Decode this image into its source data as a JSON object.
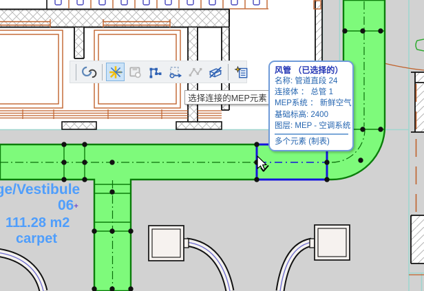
{
  "toolbar": {
    "tooltip": "选择连接的MEP元素",
    "buttons": [
      {
        "name": "magic-wand-suggest",
        "state": "normal"
      },
      {
        "name": "spark-highlight",
        "state": "active"
      },
      {
        "name": "save-favorites",
        "state": "disabled"
      },
      {
        "name": "edit-nodes",
        "state": "normal"
      },
      {
        "name": "stretch-move",
        "state": "normal"
      },
      {
        "name": "edit-nodes-alt",
        "state": "disabled"
      },
      {
        "name": "modify-segment",
        "state": "normal"
      },
      {
        "name": "select-connected-mep",
        "state": "normal"
      }
    ]
  },
  "info_tag": {
    "title": "风管 （已选择的）",
    "lines": [
      "名称: 管道直段 24",
      "连接体 ： 总管 1",
      "MEP系统 ： 新鲜空气",
      "基础标高: 2400",
      "图层: MEP - 空调系统"
    ],
    "footer": "多个元素 (制表)"
  },
  "zone_stamp": {
    "name": "age/Vestibule",
    "number": "06",
    "marker": "+",
    "area": "111.28 m2",
    "finish": "carpet"
  },
  "colors": {
    "duct_fill": "#7efa7b",
    "duct_border": "#0b7d0b",
    "selection_blue": "#1414dd",
    "zone_text_blue": "#4f9efc",
    "accent_orange": "#c0622c",
    "zone_boundary_teal": "#9fd6cf",
    "floor_gray": "#d2d2d2"
  }
}
